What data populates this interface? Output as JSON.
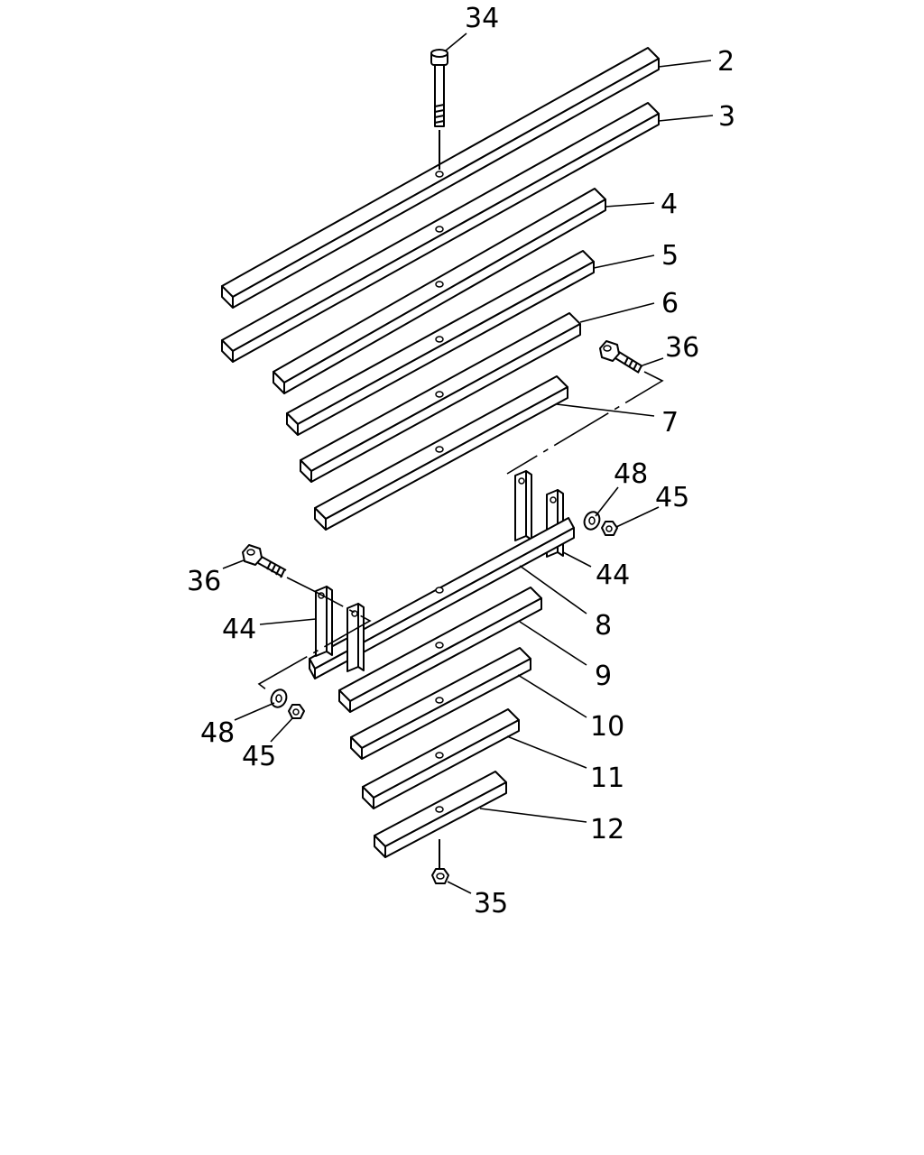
{
  "labels": {
    "p34": "34",
    "p2": "2",
    "p3": "3",
    "p4": "4",
    "p5": "5",
    "p6": "6",
    "p36r": "36",
    "p7": "7",
    "p48r": "48",
    "p45r": "45",
    "p44r": "44",
    "p36l": "36",
    "p8": "8",
    "p44l": "44",
    "p9": "9",
    "p10": "10",
    "p48l": "48",
    "p45l": "45",
    "p11": "11",
    "p12": "12",
    "p35": "35"
  }
}
